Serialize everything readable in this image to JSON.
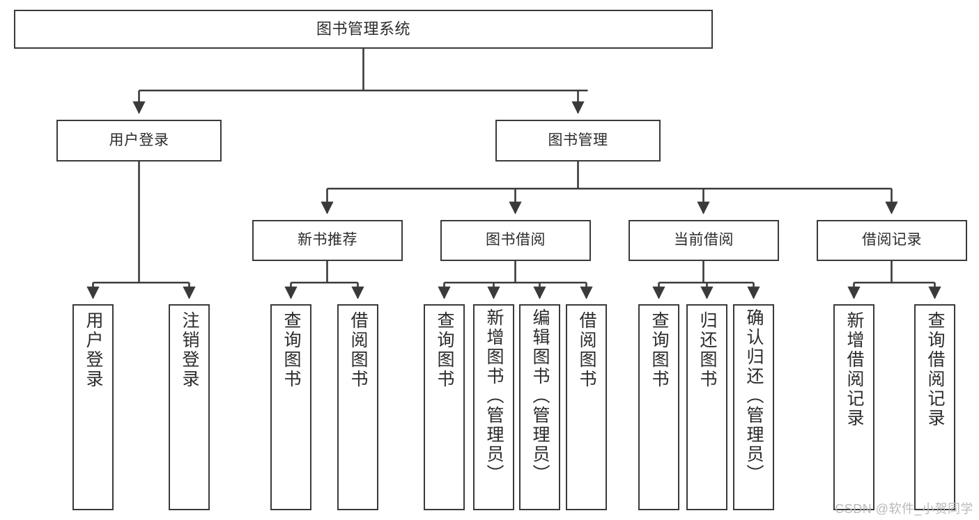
{
  "diagram": {
    "title": "图书管理系统",
    "type": "tree-hierarchy",
    "root": {
      "label": "图书管理系统"
    },
    "level2": [
      {
        "label": "用户登录"
      },
      {
        "label": "图书管理"
      }
    ],
    "level3": [
      {
        "label": "新书推荐"
      },
      {
        "label": "图书借阅"
      },
      {
        "label": "当前借阅"
      },
      {
        "label": "借阅记录"
      }
    ],
    "leaves": {
      "user_login": [
        {
          "label": "用户登录"
        },
        {
          "label": "注销登录"
        }
      ],
      "new_book_recommend": [
        {
          "label": "查询图书"
        },
        {
          "label": "借阅图书"
        }
      ],
      "book_borrow": [
        {
          "label": "查询图书"
        },
        {
          "label": "新增图书（管理员）"
        },
        {
          "label": "编辑图书（管理员）"
        },
        {
          "label": "借阅图书"
        }
      ],
      "current_borrow": [
        {
          "label": "查询图书"
        },
        {
          "label": "归还图书"
        },
        {
          "label": "确认归还（管理员）"
        }
      ],
      "borrow_record": [
        {
          "label": "新增借阅记录"
        },
        {
          "label": "查询借阅记录"
        }
      ]
    },
    "watermark": "CSDN @软件_小贺同学",
    "colors": {
      "stroke": "#3a3a3a",
      "fill": "#ffffff",
      "text": "#2b2b2b",
      "watermark": "#b9b9b9"
    }
  }
}
